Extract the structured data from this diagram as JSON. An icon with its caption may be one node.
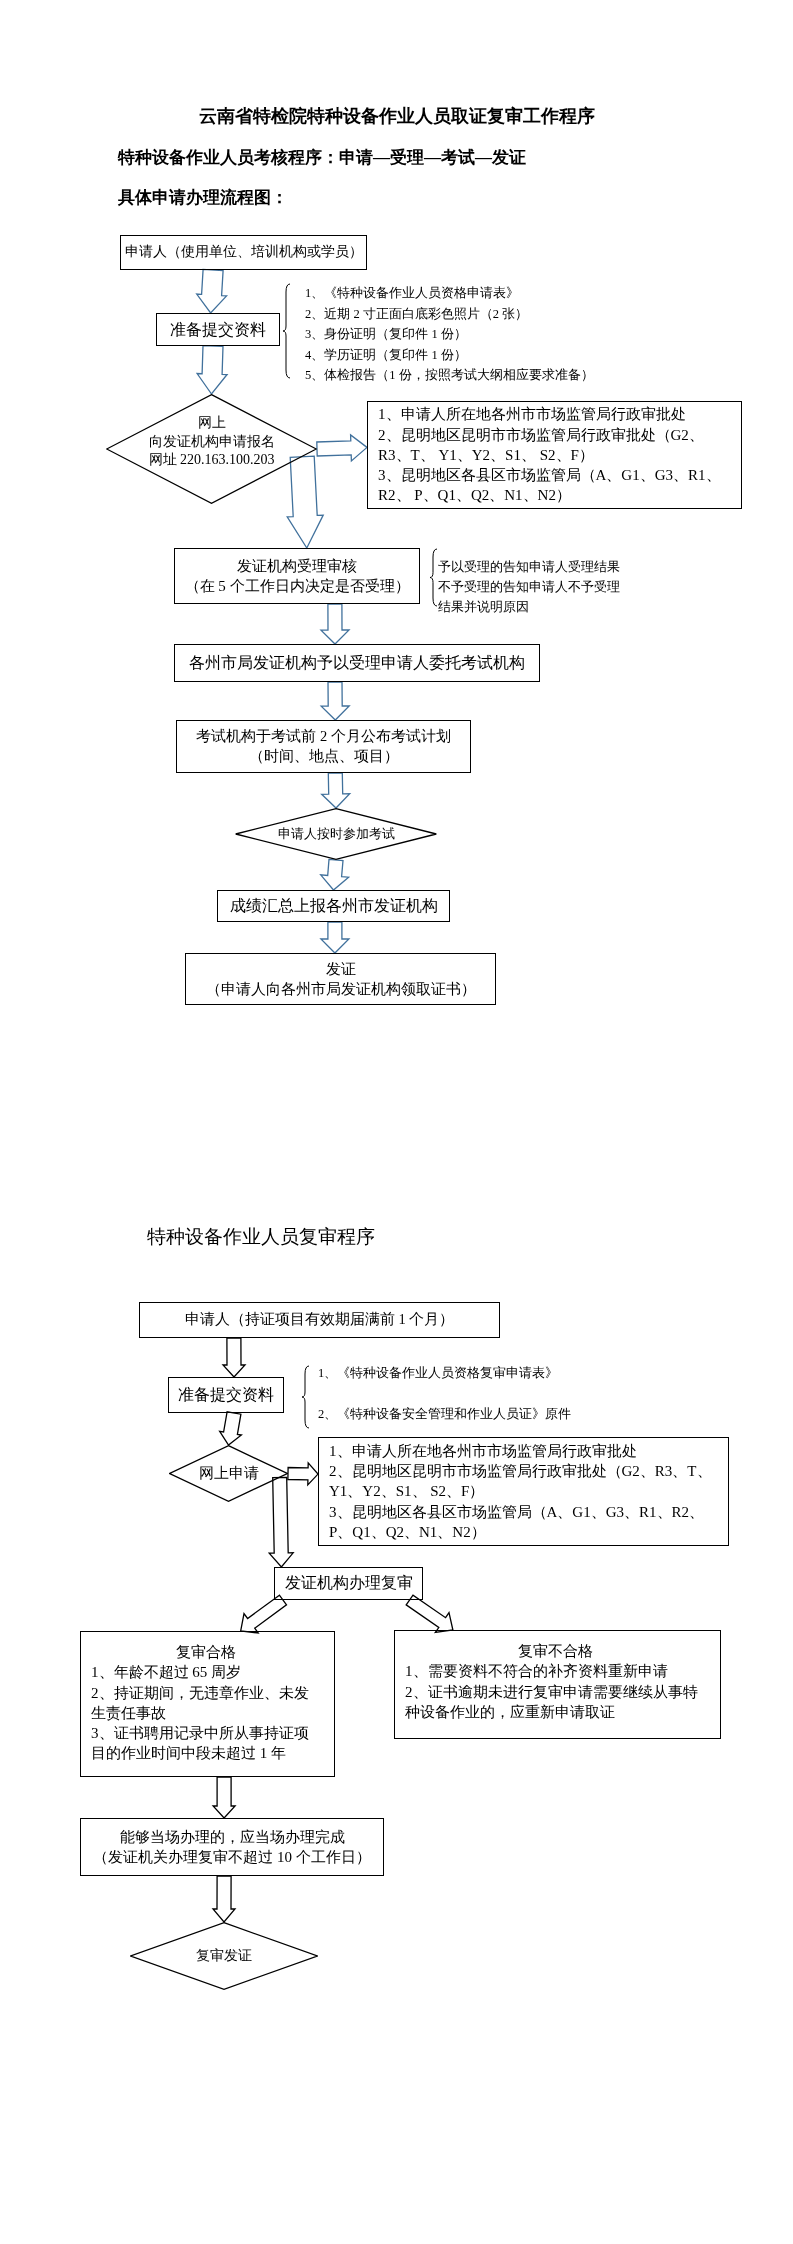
{
  "diagram": {
    "title": "云南省特检院特种设备作业人员取证复审工作程序",
    "nodes": [
      {
        "text": [
          "申请人（使用单位、培训机构或学员）"
        ]
      },
      {
        "text": [
          "准备提交资料"
        ],
        "beside": [
          "1、《特种设备作业人员资格申请表》",
          "2、近期 2 寸正面白底彩色照片（2 张）",
          "3、身份证明（复印件 1 份）",
          "4、学历证明（复印件 1 份）",
          "5、体检报告（1 份，按照考试大纲相应要求准备）"
        ]
      },
      {
        "text": [
          "网上",
          "向发证机构申请报名",
          "网址 220.163.100.203"
        ]
      },
      {
        "text": [
          "1、申请人所在地各州市市场监管局行政审批处",
          "2、昆明地区昆明市市场监管局行政审批处（G2、R3、T、 Y1、Y2、S1、 S2、F）",
          "3、昆明地区各县区市场监管局（A、G1、G3、R1、R2、 P、Q1、Q2、N1、N2）"
        ]
      },
      {
        "text": [
          "发证机构受理审核",
          "（在 5 个工作日内决定是否受理）"
        ],
        "beside": [
          "予以受理的告知申请人受理结果",
          "不予受理的告知申请人不予受理结果并说明原因"
        ]
      },
      {
        "text": [
          "各州市局发证机构予以受理申请人委托考试机构"
        ]
      },
      {
        "text": [
          "考试机构于考试前 2 个月公布考试计划",
          "（时间、地点、项目）"
        ]
      },
      {
        "text": [
          "申请人按时参加考试"
        ]
      },
      {
        "text": [
          "成绩汇总上报各州市发证机构"
        ]
      },
      {
        "text": [
          "发证",
          "（申请人向各州市局发证机构领取证书）"
        ]
      },
      {
        "text": [
          "申请人（持证项目有效期届满前 1 个月）"
        ]
      },
      {
        "text": [
          "准备提交资料"
        ],
        "beside": [
          "1、《特种设备作业人员资格复审申请表》",
          "2、《特种设备安全管理和作业人员证》原件"
        ]
      },
      {
        "text": [
          "网上申请"
        ]
      },
      {
        "text": [
          "1、申请人所在地各州市市场监管局行政审批处",
          "2、昆明地区昆明市市场监管局行政审批处（G2、R3、T、Y1、Y2、S1、 S2、F）",
          "3、昆明地区各县区市场监管局（A、G1、G3、R1、R2、P、Q1、Q2、N1、N2）"
        ]
      },
      {
        "text": [
          "发证机构办理复审"
        ]
      },
      {
        "text": [
          "复审合格",
          "1、年龄不超过 65 周岁",
          "2、持证期间，无违章作业、未发生责任事故",
          "3、证书聘用记录中所从事持证项目的作业时间中段未超过 1 年"
        ]
      },
      {
        "text": [
          "复审不合格",
          "1、需要资料不符合的补齐资料重新申请",
          "2、证书逾期未进行复审申请需要继续从事特种设备作业的，应重新申请取证"
        ]
      },
      {
        "text": [
          "能够当场办理的，应当场办理完成",
          "（发证机关办理复审不超过 10 个工作日）"
        ]
      },
      {
        "text": [
          "复审发证"
        ]
      }
    ],
    "edges": [
      {
        "from": 0,
        "to": 1,
        "arrow": "to"
      },
      {
        "from": 1,
        "to": 2,
        "arrow": "to"
      },
      {
        "from": 2,
        "to": 3,
        "arrow": "to"
      },
      {
        "from": 2,
        "to": 4,
        "arrow": "to"
      },
      {
        "from": 4,
        "to": 5,
        "arrow": "to"
      },
      {
        "from": 5,
        "to": 6,
        "arrow": "to"
      },
      {
        "from": 6,
        "to": 7,
        "arrow": "to"
      },
      {
        "from": 7,
        "to": 8,
        "arrow": "to"
      },
      {
        "from": 8,
        "to": 9,
        "arrow": "to"
      },
      {
        "from": 10,
        "to": 11,
        "arrow": "to",
        "color": "#000000"
      },
      {
        "from": 11,
        "to": 12,
        "arrow": "to",
        "color": "#000000"
      },
      {
        "from": 12,
        "to": 13,
        "arrow": "to",
        "color": "#000000"
      },
      {
        "from": 12,
        "to": 14,
        "arrow": "to",
        "color": "#000000"
      },
      {
        "from": 14,
        "to": 15,
        "arrow": "to",
        "color": "#000000"
      },
      {
        "from": 14,
        "to": 16,
        "arrow": "to",
        "color": "#000000"
      },
      {
        "from": 15,
        "to": 17,
        "arrow": "to",
        "color": "#000000"
      },
      {
        "from": 17,
        "to": 18,
        "arrow": "to",
        "color": "#000000"
      }
    ],
    "labels": [
      "特种设备作业人员考核程序：申请—受理—考试—发证",
      "具体申请办理流程图：",
      "特种设备作业人员复审程序"
    ]
  }
}
